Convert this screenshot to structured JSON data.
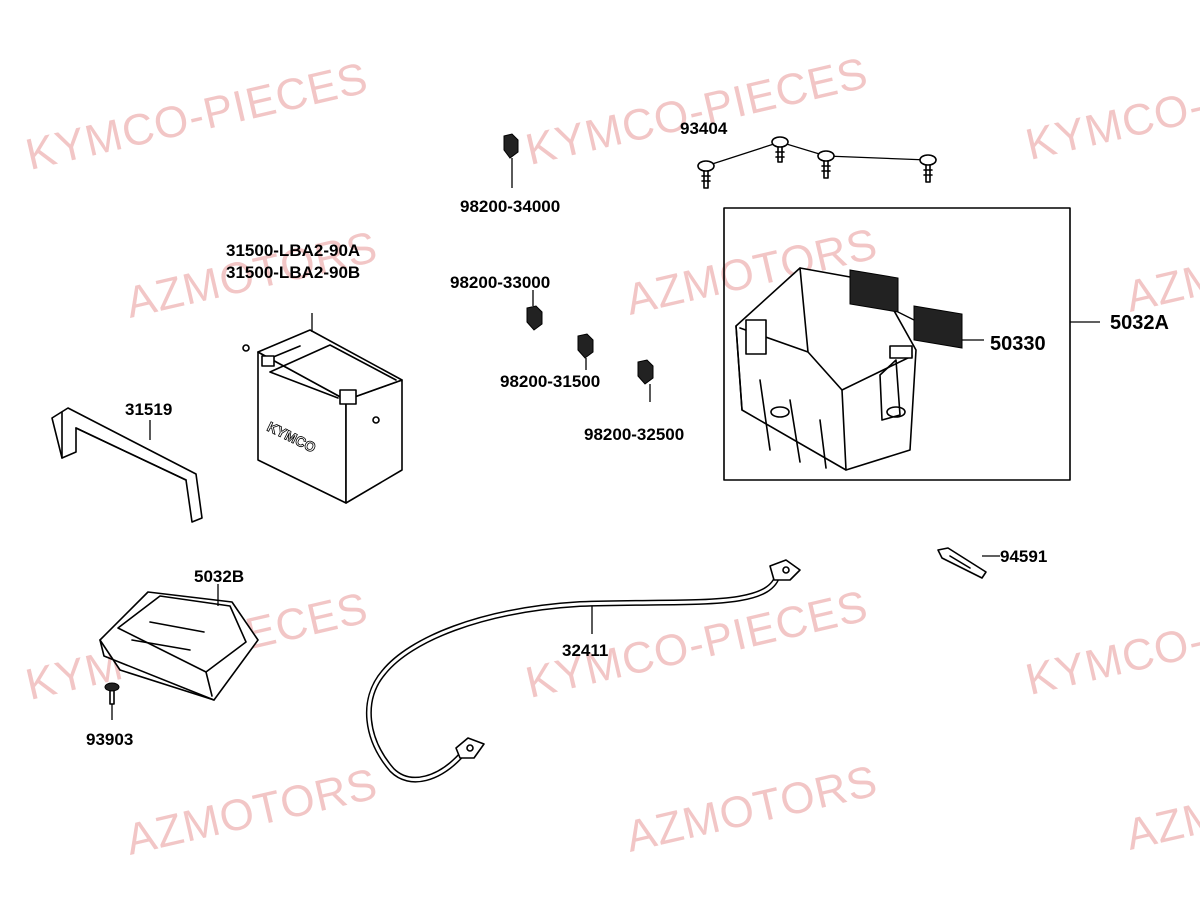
{
  "watermarks": {
    "kymco": "KYMCO-PIECES",
    "az": "AZMOTORS"
  },
  "battery_marking": {
    "brand": "KYMCO"
  },
  "labels": {
    "p31500a": "31500-LBA2-90A",
    "p31500b": "31500-LBA2-90B",
    "p31519": "31519",
    "p5032b": "5032B",
    "p93903": "93903",
    "p98200_34000": "98200-34000",
    "p98200_33000": "98200-33000",
    "p98200_31500": "98200-31500",
    "p98200_32500": "98200-32500",
    "p93404": "93404",
    "p50330": "50330",
    "p5032a": "5032A",
    "p94591": "94591",
    "p32411": "32411"
  },
  "colors": {
    "watermark": "#f2c6c6",
    "line": "#000000",
    "background": "#ffffff"
  }
}
